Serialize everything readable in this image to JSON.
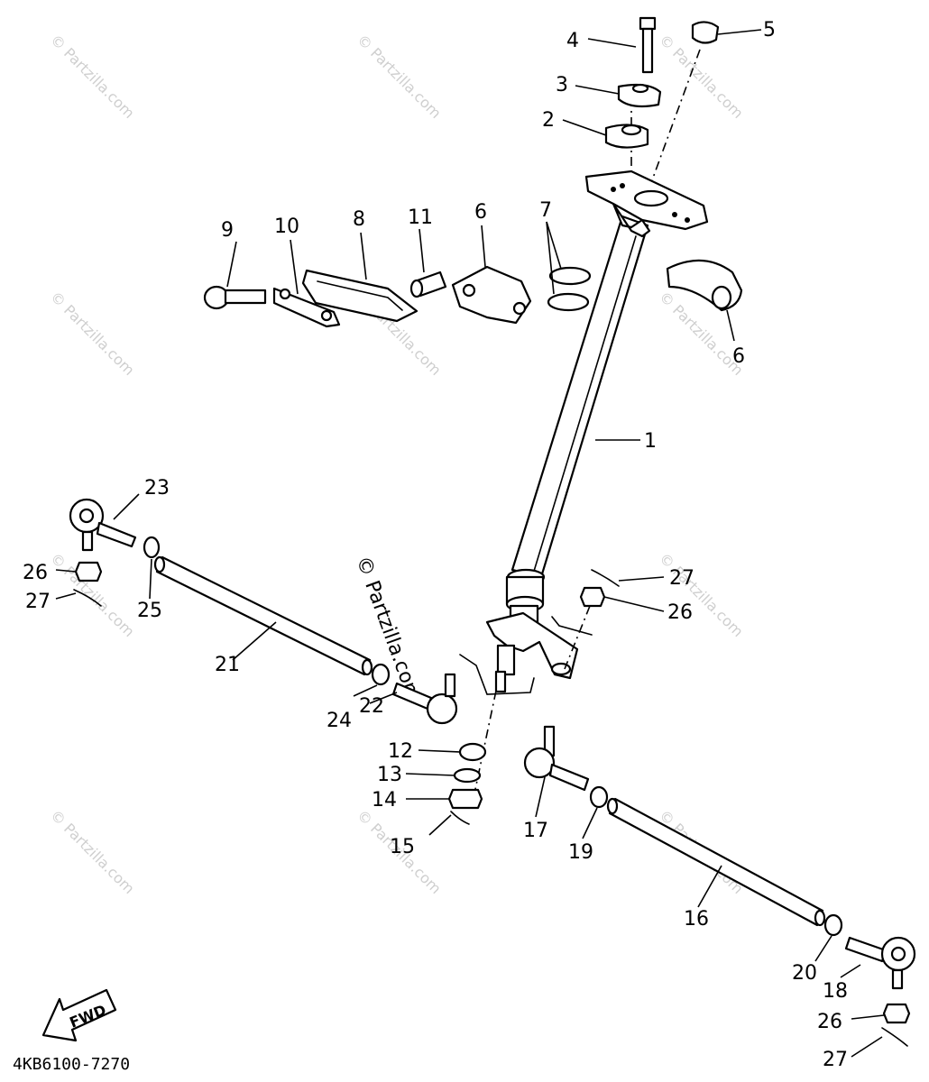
{
  "diagram_code": "4KB6100-7270",
  "fwd_label": "FWD",
  "watermark_text": "© Partzilla.com",
  "center_watermark_text": "© Partzilla.com",
  "callouts": {
    "c1": "1",
    "c2": "2",
    "c3": "3",
    "c4": "4",
    "c5": "5",
    "c6a": "6",
    "c6b": "6",
    "c7": "7",
    "c8": "8",
    "c9": "9",
    "c10": "10",
    "c11": "11",
    "c12": "12",
    "c13": "13",
    "c14": "14",
    "c15": "15",
    "c16": "16",
    "c17": "17",
    "c18": "18",
    "c19": "19",
    "c20": "20",
    "c21": "21",
    "c22": "22",
    "c23": "23",
    "c24": "24",
    "c25": "25",
    "c26a": "26",
    "c26b": "26",
    "c26c": "26",
    "c27a": "27",
    "c27b": "27",
    "c27c": "27"
  }
}
